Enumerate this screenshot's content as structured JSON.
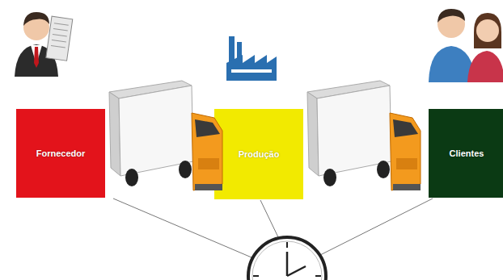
{
  "diagram": {
    "nodes": [
      {
        "text": [
          "Fornecedor"
        ]
      },
      {
        "text": [
          "Produção"
        ]
      },
      {
        "text": [
          "Clientes"
        ]
      }
    ]
  }
}
